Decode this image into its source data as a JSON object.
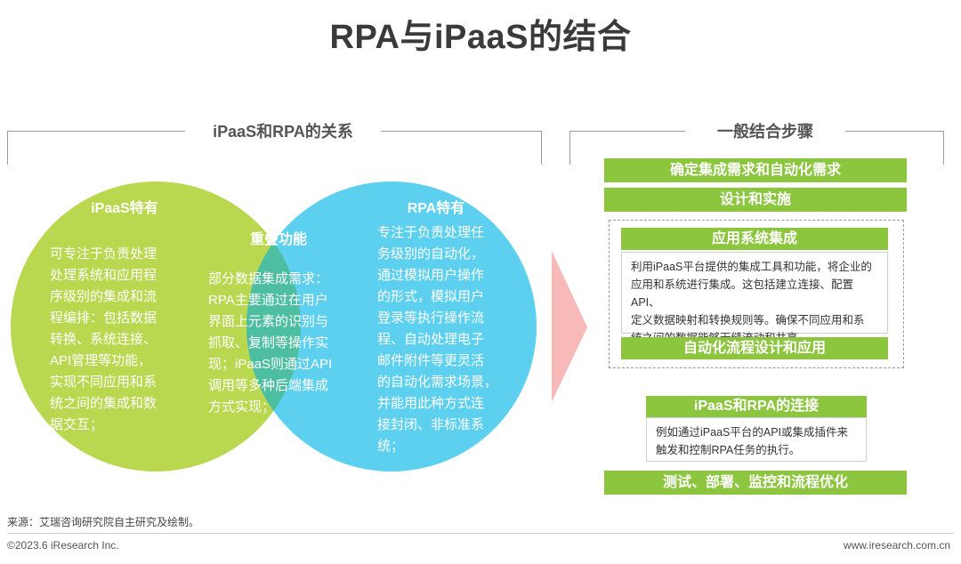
{
  "title": "RPA与iPaaS的结合",
  "left_section": {
    "heading": "iPaaS和RPA的关系",
    "ipaas": {
      "heading": "iPaaS特有",
      "lines": [
        "可专注于负责处理",
        "处理系统和应用程",
        "序级别的集成和流",
        "程编排：包括数据",
        "转换、系统连接、",
        "API管理等功能，",
        "实现不同应用和系",
        "统之间的集成和数",
        "据交互；"
      ]
    },
    "overlap": {
      "heading": "重叠功能",
      "lines": [
        "部分数据集成需求：",
        "RPA主要通过在用户",
        "界面上元素的识别与",
        "抓取、复制等操作实",
        "现；iPaaS则通过API",
        "调用等多种后端集成",
        "方式实现；"
      ]
    },
    "rpa": {
      "heading": "RPA特有",
      "lines": [
        "专注于负责处理任",
        "务级别的自动化，",
        "通过模拟用户操作",
        "的形式，模拟用户",
        "登录等执行操作流",
        "程、自动处理电子",
        "邮件附件等更灵活",
        "的自动化需求场景，",
        "并能用此种方式连",
        "接封闭、非标准系",
        "统；"
      ]
    }
  },
  "right_section": {
    "heading": "一般结合步骤",
    "step1": "确定集成需求和自动化需求",
    "step2": "设计和实施",
    "step2a": "应用系统集成",
    "step2a_desc": [
      "利用iPaaS平台提供的集成工具和功能，将企业的",
      "应用和系统进行集成。这包括建立连接、配置API、",
      "定义数据映射和转换规则等。确保不同应用和系",
      "统之间的数据能够无缝流动和共享。"
    ],
    "step2b": "自动化流程设计和应用",
    "step3": "iPaaS和RPA的连接",
    "step3_desc": [
      "例如通过iPaaS平台的API或集成插件来",
      "触发和控制RPA任务的执行。"
    ],
    "step4": "测试、部署、监控和流程优化"
  },
  "colors": {
    "green_circle": "#b9d84f",
    "blue_circle": "#5dd0f0",
    "overlap": "#4dbfa0",
    "green_bar": "#8cc63f",
    "arrow": "#f8b9b9"
  },
  "footer": {
    "source": "来源：艾瑞咨询研究院自主研究及绘制。",
    "copyright": "©2023.6 iResearch Inc.",
    "website": "www.iresearch.com.cn"
  }
}
